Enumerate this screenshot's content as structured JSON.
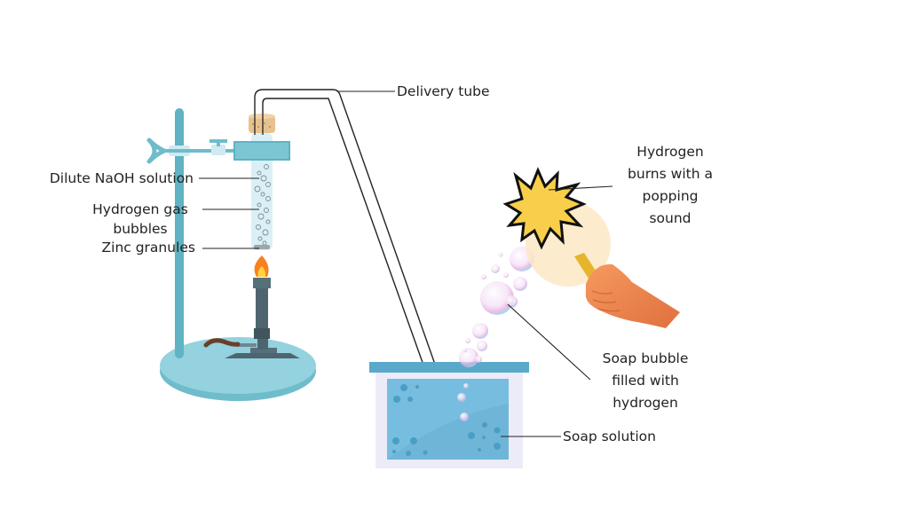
{
  "diagram": {
    "title": "Hydrogen gas from zinc and dilute NaOH — soap bubble pop test",
    "labels": {
      "delivery_tube": "Delivery tube",
      "naoh": "Dilute NaOH solution",
      "hydrogen_bubbles_line1": "Hydrogen gas",
      "hydrogen_bubbles_line2": "bubbles",
      "zinc": "Zinc granules",
      "burns_line1": "Hydrogen",
      "burns_line2": "burns with a",
      "burns_line3": "popping",
      "burns_line4": "sound",
      "soap_bubble_line1": "Soap bubble",
      "soap_bubble_line2": "filled with",
      "soap_bubble_line3": "hydrogen",
      "soap_solution": "Soap solution"
    },
    "colors": {
      "stand": "#5fb3c2",
      "stand_base": "#8fd0dc",
      "burner": "#4e6570",
      "flame_outer": "#f5821f",
      "flame_inner": "#ffd23f",
      "tube_glass": "#d6eef5",
      "cork": "#e7c28f",
      "trough_rim": "#5aa9cb",
      "trough_water": "#76bde0",
      "trough_body": "#ecebf8",
      "explosion": "#f7cf4a",
      "glow": "#fde7c4",
      "skin": "#f08a57",
      "splint": "#e7b52b",
      "leader": "#222222"
    }
  }
}
